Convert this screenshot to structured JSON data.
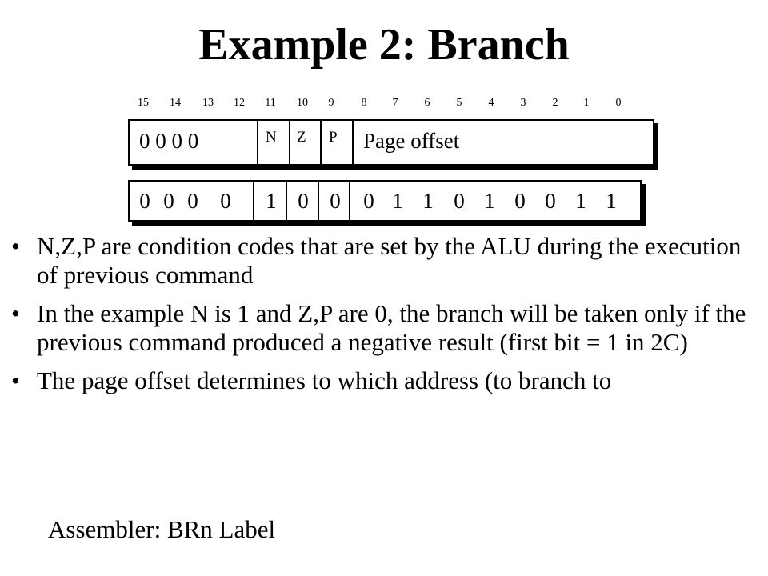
{
  "slide": {
    "title": "Example 2: Branch",
    "bit_numbers": [
      "15",
      "14",
      "13",
      "12",
      "11",
      "10",
      "9",
      "8",
      "7",
      "6",
      "5",
      "4",
      "3",
      "2",
      "1",
      "0"
    ],
    "format_row": {
      "opcode": "0 0 0 0",
      "n_label": "N",
      "z_label": "Z",
      "p_label": "P",
      "offset_label": "Page offset"
    },
    "example_row": {
      "bits": [
        "0",
        "0",
        "0",
        "0",
        "1",
        "0",
        "0",
        "0",
        "1",
        "1",
        "0",
        "1",
        "0",
        "0",
        "1",
        "1"
      ]
    },
    "bullets": [
      "N,Z,P are condition codes that are set by the ALU during the execution of previous command",
      "In the example N is 1 and Z,P are 0, the branch will be taken only if the previous command produced a negative result (first bit = 1 in 2C)",
      "The page offset determines to which address (to branch to"
    ],
    "bullet_symbol": "•",
    "assembler_note": "Assembler: BRn Label"
  }
}
